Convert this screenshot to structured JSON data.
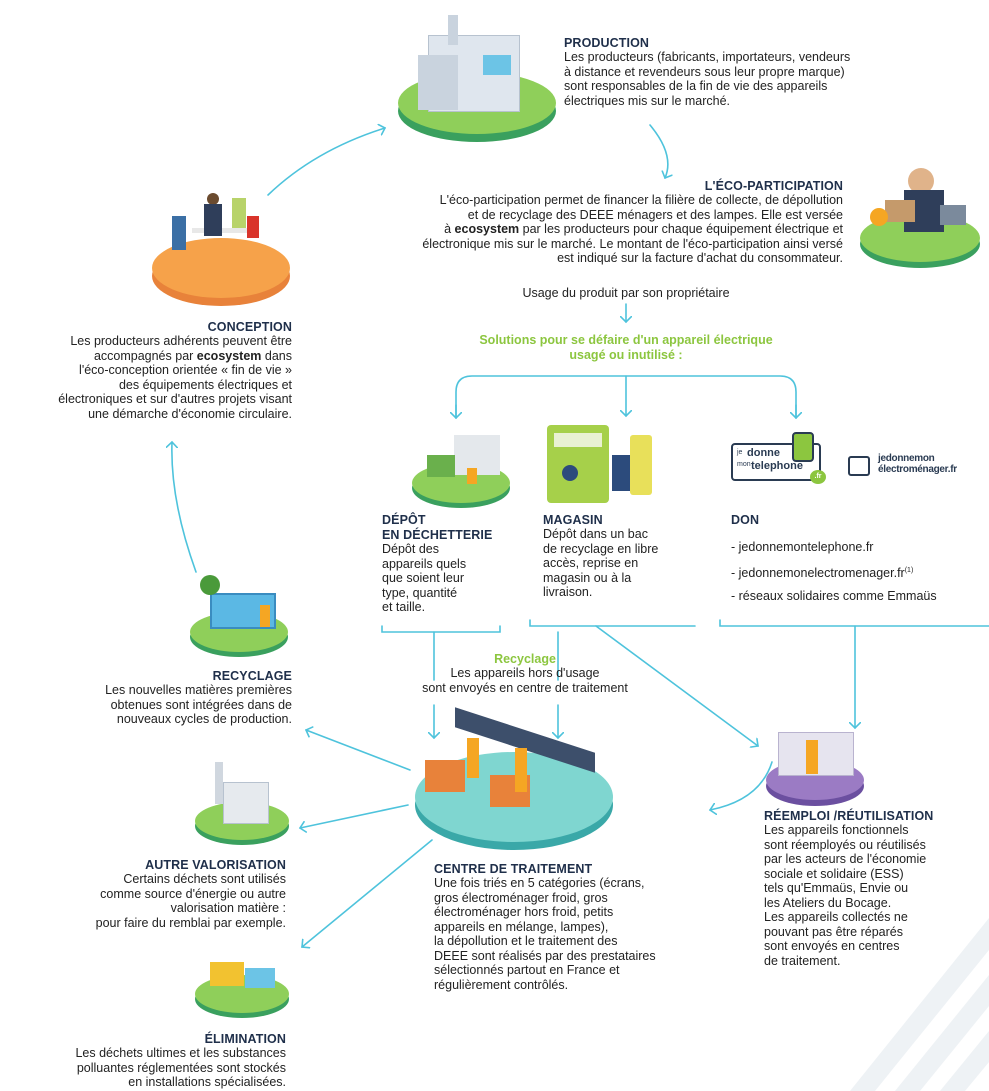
{
  "production": {
    "title": "PRODUCTION",
    "lines": [
      "Les producteurs (fabricants, importateurs, vendeurs",
      "à distance et revendeurs sous leur propre marque)",
      "sont responsables de la fin de vie des appareils",
      "électriques mis sur le marché."
    ]
  },
  "eco_participation": {
    "title": "L'ÉCO-PARTICIPATION",
    "line1": "L'éco-participation permet de financer la filière de collecte, de dépollution",
    "line2": "et de recyclage des DEEE ménagers et des lampes. Elle est versée",
    "line3_pre": "à ",
    "line3_brand": "ecosystem",
    "line3_post": " par les producteurs pour chaque équipement électrique et",
    "line4": "électronique mis sur le marché. Le montant de l'éco-participation ainsi versé",
    "line5": "est indiqué sur la facture d'achat du consommateur."
  },
  "usage": "Usage du produit par son propriétaire",
  "solutions": {
    "line1": "Solutions pour se défaire d'un appareil électrique",
    "line2": "usagé ou inutilisé :"
  },
  "conception": {
    "title": "CONCEPTION",
    "line1": "Les producteurs adhérents peuvent être",
    "line2_pre": "accompagnés par ",
    "line2_brand": "ecosystem",
    "line2_post": " dans",
    "line3": "l'éco-conception orientée « fin de vie »",
    "line4": "des équipements électriques et",
    "line5": "électroniques et sur d'autres projets visant",
    "line6": "une démarche d'économie circulaire."
  },
  "depot": {
    "title1": "DÉPÔT",
    "title2": "EN DÉCHETTERIE",
    "lines": [
      "Dépôt des",
      "appareils quels",
      "que soient leur",
      "type, quantité",
      "et taille."
    ]
  },
  "magasin": {
    "title": "MAGASIN",
    "lines": [
      "Dépôt dans un bac",
      "de recyclage en libre",
      "accès, reprise en",
      "magasin ou à la",
      "livraison."
    ]
  },
  "don": {
    "title": "DON",
    "item1": "- jedonnemontelephone.fr",
    "item2": "- jedonnemonelectromenager.fr",
    "item2_sup": "(1)",
    "item3": "- réseaux solidaires comme Emmaüs"
  },
  "logos": {
    "tel_small": "je",
    "tel_word1": "donne",
    "tel_small2": "mon",
    "tel_word2": "telephone",
    "tel_fr": ".fr",
    "elec_word1": "jedonnemon",
    "elec_word2": "électroménager.fr"
  },
  "recyclage_flow": {
    "title": "Recyclage",
    "line1": "Les appareils hors d'usage",
    "line2": "sont envoyés en centre de traitement"
  },
  "recyclage": {
    "title": "RECYCLAGE",
    "lines": [
      "Les nouvelles matières premières",
      "obtenues sont intégrées dans de",
      "nouveaux cycles de production."
    ]
  },
  "autre": {
    "title": "AUTRE VALORISATION",
    "lines": [
      "Certains déchets sont utilisés",
      "comme source d'énergie ou autre",
      "valorisation matière :",
      "pour faire du remblai par exemple."
    ]
  },
  "elimination": {
    "title": "ÉLIMINATION",
    "lines": [
      "Les déchets ultimes et les substances",
      "polluantes réglementées sont stockés",
      "en installations spécialisées."
    ]
  },
  "centre": {
    "title": "CENTRE DE TRAITEMENT",
    "lines": [
      "Une fois triés en 5 catégories (écrans,",
      "gros électroménager froid, gros",
      "électroménager hors froid, petits",
      "appareils en mélange, lampes),",
      "la dépollution et le traitement des",
      "DEEE sont réalisés par des prestataires",
      "sélectionnés partout en France et",
      "régulièrement contrôlés."
    ]
  },
  "reemploi": {
    "title": "RÉEMPLOI /RÉUTILISATION",
    "lines": [
      "Les appareils fonctionnels",
      "sont réemployés ou réutilisés",
      "par les acteurs de l'économie",
      "sociale et solidaire (ESS)",
      "tels qu'Emmaüs, Envie ou",
      "les Ateliers du Bocage.",
      "Les appareils collectés ne",
      "pouvant pas être réparés",
      "sont envoyés en centres",
      "de traitement."
    ]
  },
  "colors": {
    "arrow": "#4ec3dc",
    "title": "#1f2f4a",
    "green": "#8cc63f",
    "disc_green": "#8fcf5a",
    "disc_orange": "#f6a24a",
    "disc_teal": "#5ec8c4",
    "disc_purple": "#9b7bc4"
  }
}
